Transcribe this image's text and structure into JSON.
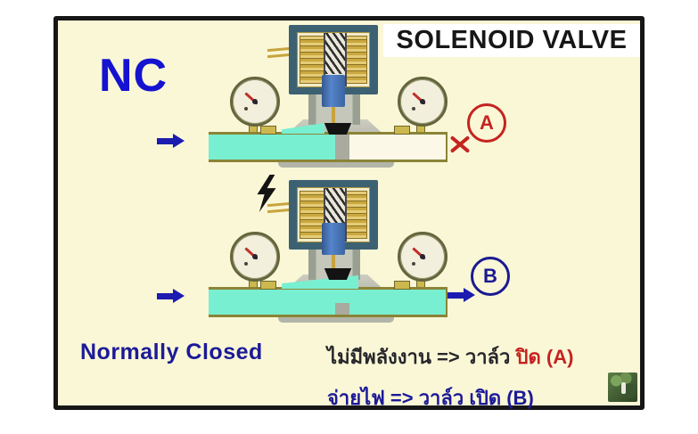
{
  "header": {
    "title": "SOLENOID VALVE",
    "valve_type": "NC"
  },
  "diagram_a": {
    "marker": "A",
    "inlet_arrow_icon": "right-arrow-icon",
    "flow_blocked_icon": "x-mark-icon",
    "components": [
      "coil",
      "spring",
      "plunger",
      "pressure-gauge-left",
      "pressure-gauge-right",
      "valve-body",
      "pipe",
      "valve-disc"
    ]
  },
  "diagram_b": {
    "marker": "B",
    "power_icon": "lightning-bolt-icon",
    "inlet_arrow_icon": "right-arrow-icon",
    "outlet_arrow_icon": "right-arrow-icon",
    "components": [
      "coil",
      "spring",
      "plunger",
      "pressure-gauge-left",
      "pressure-gauge-right",
      "valve-body",
      "pipe",
      "valve-disc"
    ]
  },
  "footer": {
    "state_name": "Normally Closed",
    "line1_prefix": "ไม่มีพลังงาน =>  วาล์ว ",
    "line1_highlight": "ปิด (A)",
    "line2": "จ่ายไฟ =>  วาล์ว เปิด (B)"
  },
  "colors": {
    "background": "#faf7d7",
    "frame": "#161616",
    "nc_blue": "#1512d0",
    "navy": "#1c1a98",
    "red": "#c4231f",
    "fluid_cyan": "#79efd1",
    "coil_gold": "#caa83e",
    "housing_teal": "#3c6173",
    "arrow_blue": "#1c1cb0"
  }
}
